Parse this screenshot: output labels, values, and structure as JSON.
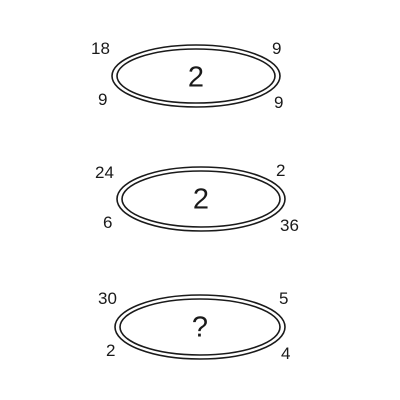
{
  "puzzles": [
    {
      "top_left": "18",
      "top_right": "9",
      "bottom_left": "9",
      "bottom_right": "9",
      "center": "2"
    },
    {
      "top_left": "24",
      "top_right": "2",
      "bottom_left": "6",
      "bottom_right": "36",
      "center": "2"
    },
    {
      "top_left": "30",
      "top_right": "5",
      "bottom_left": "2",
      "bottom_right": "4",
      "center": "?"
    }
  ],
  "colors": {
    "ring": "#1a1a1a",
    "text": "#1a1a1a",
    "background": "#ffffff"
  }
}
